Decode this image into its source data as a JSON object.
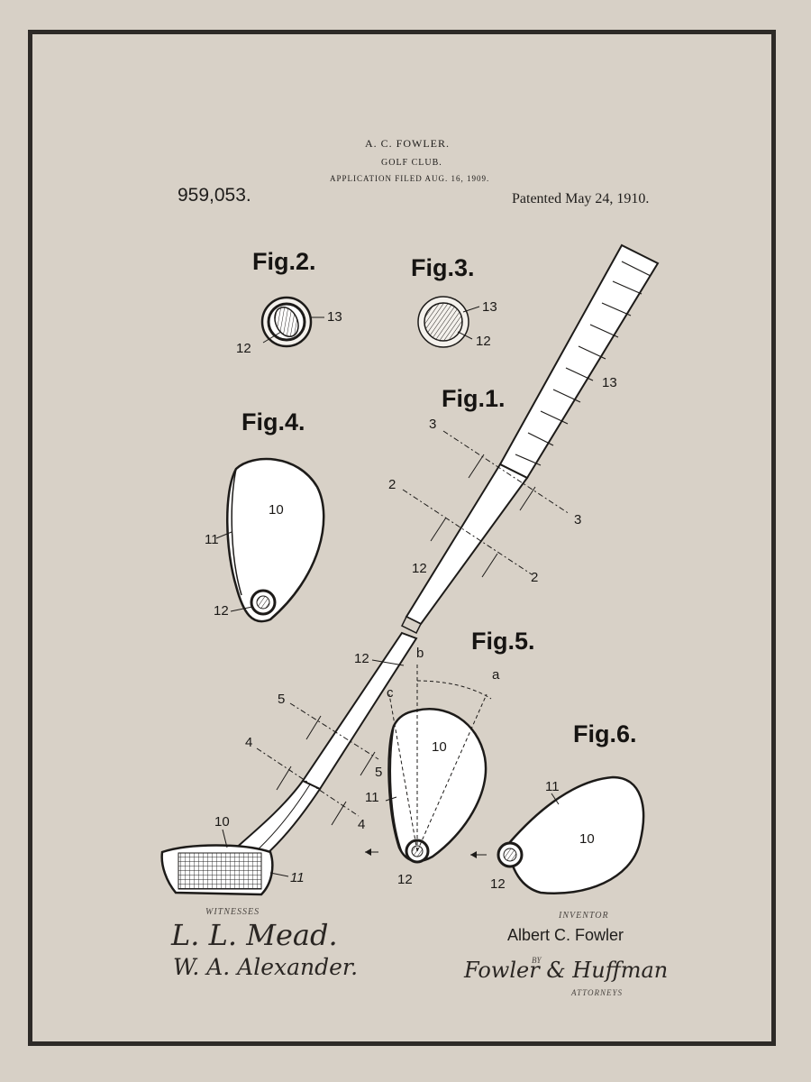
{
  "header": {
    "inventor_name": "A. C. FOWLER.",
    "title": "GOLF CLUB.",
    "application": "APPLICATION FILED AUG. 16, 1909.",
    "patent_number": "959,053.",
    "patented_date": "Patented May 24, 1910."
  },
  "figures": {
    "fig1": "Fig.1.",
    "fig2": "Fig.2.",
    "fig3": "Fig.3.",
    "fig4": "Fig.4.",
    "fig5": "Fig.5.",
    "fig6": "Fig.6."
  },
  "labels": {
    "n13": "13",
    "n12": "12",
    "n11": "11",
    "n10": "10",
    "n2": "2",
    "n3": "3",
    "n4": "4",
    "n5": "5",
    "a": "a",
    "b": "b",
    "c": "c",
    "n11_head": "11"
  },
  "footer": {
    "witnesses_label": "WITNESSES",
    "witness1": "L. L. Mead.",
    "witness2": "W. A. Alexander.",
    "inventor_label": "INVENTOR",
    "inventor": "Albert C. Fowler",
    "by_label": "BY",
    "attorneys_sig": "Fowler & Huffman",
    "attorneys_label": "ATTORNEYS"
  }
}
